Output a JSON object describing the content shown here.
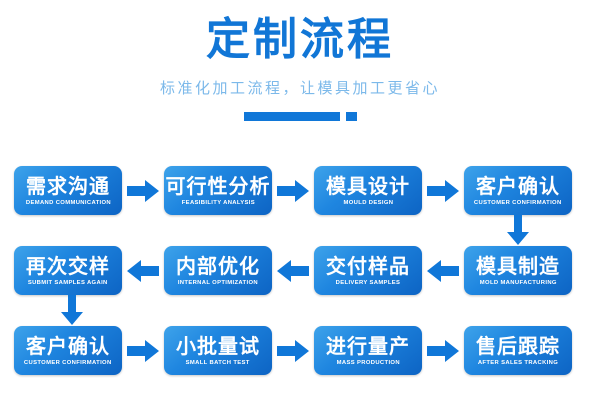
{
  "header": {
    "title": "定制流程",
    "subtitle": "标准化加工流程，让模具加工更省心",
    "accent_color": "#1077d8",
    "subtitle_color": "#7cb9ea",
    "divider": {
      "bar_name": "divider-bar",
      "dot_name": "divider-dot"
    }
  },
  "flow": {
    "background": "#ffffff",
    "node_gradient_from": "#3ea3ea",
    "node_gradient_to": "#0d64c4",
    "rows": [
      {
        "direction": "left-to-right",
        "nodes": [
          {
            "cn": "需求沟通",
            "en": "DEMAND COMMUNICATION"
          },
          {
            "cn": "可行性分析",
            "en": "FEASIBILITY ANALYSIS"
          },
          {
            "cn": "模具设计",
            "en": "MOULD DESIGN"
          },
          {
            "cn": "客户确认",
            "en": "CUSTOMER CONFIRMATION"
          }
        ]
      },
      {
        "direction": "right-to-left",
        "nodes": [
          {
            "cn": "再次交样",
            "en": "SUBMIT SAMPLES AGAIN"
          },
          {
            "cn": "内部优化",
            "en": "INTERNAL OPTIMIZATION"
          },
          {
            "cn": "交付样品",
            "en": "DELIVERY SAMPLES"
          },
          {
            "cn": "模具制造",
            "en": "MOLD MANUFACTURING"
          }
        ]
      },
      {
        "direction": "left-to-right",
        "nodes": [
          {
            "cn": "客户确认",
            "en": "CUSTOMER CONFIRMATION"
          },
          {
            "cn": "小批量试",
            "en": "SMALL BATCH TEST"
          },
          {
            "cn": "进行量产",
            "en": "MASS PRODUCTION"
          },
          {
            "cn": "售后跟踪",
            "en": "AFTER SALES TRACKING"
          }
        ]
      }
    ],
    "connectors": {
      "row1_to_row2": "arrow-down-right",
      "row2_to_row3": "arrow-down-left"
    }
  }
}
